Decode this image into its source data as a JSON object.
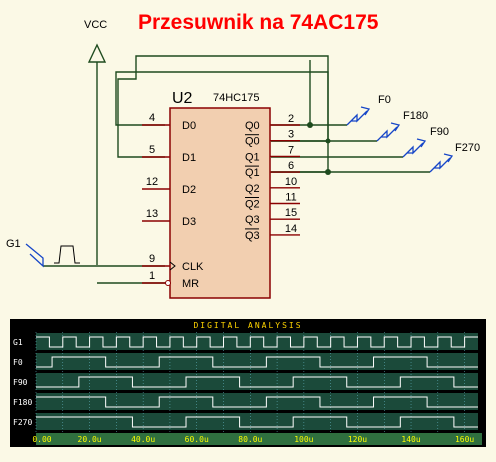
{
  "title": "Przesuwnik na 74AC175",
  "vcc_label": "VCC",
  "input_label": "G1",
  "chip": {
    "designator": "U2",
    "part": "74HC175",
    "left_pins": [
      {
        "num": "4",
        "name": "D0"
      },
      {
        "num": "5",
        "name": "D1"
      },
      {
        "num": "12",
        "name": "D2"
      },
      {
        "num": "13",
        "name": "D3"
      },
      {
        "num": "9",
        "name": "CLK"
      },
      {
        "num": "1",
        "name": "MR"
      }
    ],
    "right_pins": [
      {
        "num": "2",
        "name": "Q0",
        "bar": false
      },
      {
        "num": "3",
        "name": "Q0",
        "bar": true
      },
      {
        "num": "7",
        "name": "Q1",
        "bar": false
      },
      {
        "num": "6",
        "name": "Q1",
        "bar": true
      },
      {
        "num": "10",
        "name": "Q2",
        "bar": false
      },
      {
        "num": "11",
        "name": "Q2",
        "bar": true
      },
      {
        "num": "15",
        "name": "Q3",
        "bar": false
      },
      {
        "num": "14",
        "name": "Q3",
        "bar": true
      }
    ]
  },
  "outputs": [
    "F0",
    "F180",
    "F90",
    "F270"
  ],
  "colors": {
    "background": "#fbf9e6",
    "wire": "#1e4b1e",
    "chip_fill": "#f2cfb0",
    "chip_border": "#8b0000",
    "pin": "#8b0000",
    "title": "#ff0000",
    "arrow": "#1646c8",
    "scope_bg": "#000000",
    "scope_lane": "#1b4a3a",
    "scope_grid": "#6bbfd0",
    "scope_trace": "#ffffff",
    "scope_axis_bg": "#2f6f3f",
    "scope_axis_text": "#ffff00"
  },
  "analysis": {
    "title": "DIGITAL ANALYSIS",
    "signals": [
      {
        "name": "G1",
        "period": 10,
        "phase": 0
      },
      {
        "name": "F0",
        "period": 40,
        "phase": 6
      },
      {
        "name": "F90",
        "period": 40,
        "phase": 16
      },
      {
        "name": "F180",
        "period": 40,
        "phase": 26
      },
      {
        "name": "F270",
        "period": 40,
        "phase": 36
      }
    ],
    "x_range": [
      0,
      165
    ],
    "ticks": [
      "0.00",
      "20.0u",
      "40.0u",
      "60.0u",
      "80.0u",
      "100u",
      "120u",
      "140u",
      "160u"
    ]
  }
}
